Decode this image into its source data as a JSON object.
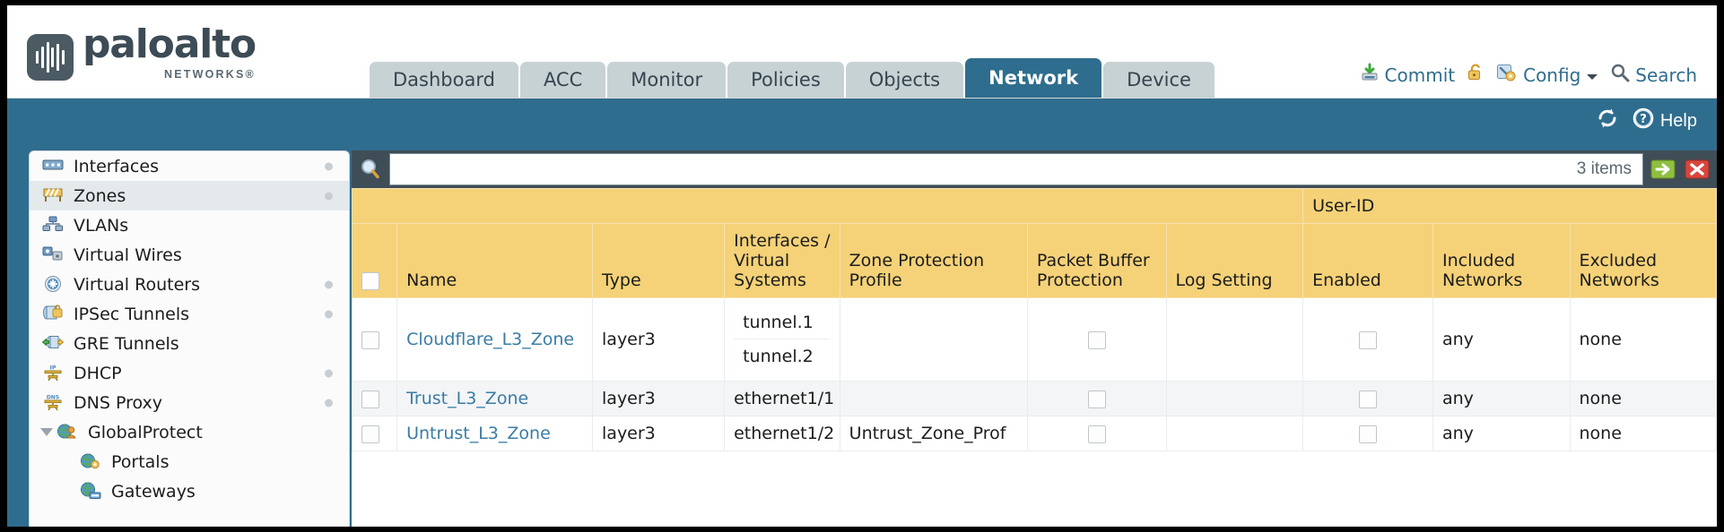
{
  "brand": {
    "name": "paloalto",
    "tagline": "NETWORKS",
    "registered": "®"
  },
  "nav": {
    "tabs": [
      {
        "label": "Dashboard",
        "active": false
      },
      {
        "label": "ACC",
        "active": false
      },
      {
        "label": "Monitor",
        "active": false
      },
      {
        "label": "Policies",
        "active": false
      },
      {
        "label": "Objects",
        "active": false
      },
      {
        "label": "Network",
        "active": true
      },
      {
        "label": "Device",
        "active": false
      }
    ]
  },
  "utils": {
    "commit": "Commit",
    "lock_icon": "unlocked-padlock-icon",
    "config": "Config",
    "search": "Search"
  },
  "subbar": {
    "refresh_icon": "refresh-icon",
    "help": "Help"
  },
  "sidebar": {
    "items": [
      {
        "label": "Interfaces",
        "icon": "interfaces-icon",
        "selected": false,
        "dot": true,
        "child": false,
        "caret": false
      },
      {
        "label": "Zones",
        "icon": "zones-icon",
        "selected": true,
        "dot": true,
        "child": false,
        "caret": false
      },
      {
        "label": "VLANs",
        "icon": "vlans-icon",
        "selected": false,
        "dot": false,
        "child": false,
        "caret": false
      },
      {
        "label": "Virtual Wires",
        "icon": "virtual-wires-icon",
        "selected": false,
        "dot": false,
        "child": false,
        "caret": false
      },
      {
        "label": "Virtual Routers",
        "icon": "virtual-routers-icon",
        "selected": false,
        "dot": true,
        "child": false,
        "caret": false
      },
      {
        "label": "IPSec Tunnels",
        "icon": "ipsec-tunnels-icon",
        "selected": false,
        "dot": true,
        "child": false,
        "caret": false
      },
      {
        "label": "GRE Tunnels",
        "icon": "gre-tunnels-icon",
        "selected": false,
        "dot": false,
        "child": false,
        "caret": false
      },
      {
        "label": "DHCP",
        "icon": "dhcp-icon",
        "selected": false,
        "dot": true,
        "child": false,
        "caret": false
      },
      {
        "label": "DNS Proxy",
        "icon": "dns-proxy-icon",
        "selected": false,
        "dot": true,
        "child": false,
        "caret": false
      },
      {
        "label": "GlobalProtect",
        "icon": "globalprotect-icon",
        "selected": false,
        "dot": false,
        "child": false,
        "caret": true
      },
      {
        "label": "Portals",
        "icon": "portals-icon",
        "selected": false,
        "dot": false,
        "child": true,
        "caret": false
      },
      {
        "label": "Gateways",
        "icon": "gateways-icon",
        "selected": false,
        "dot": false,
        "child": true,
        "caret": false
      }
    ]
  },
  "toolbar": {
    "search_placeholder": "",
    "search_value": "",
    "items_count": "3 items",
    "apply_icon": "green-arrow-icon",
    "clear_icon": "red-x-icon"
  },
  "table": {
    "group_header": {
      "label": "User-ID",
      "span": 3
    },
    "columns": [
      "Name",
      "Type",
      "Interfaces / Virtual Systems",
      "Zone Protection Profile",
      "Packet Buffer Protection",
      "Log Setting",
      "Enabled",
      "Included Networks",
      "Excluded Networks"
    ],
    "rows": [
      {
        "selected": false,
        "name": "Cloudflare_L3_Zone",
        "type": "layer3",
        "interfaces": [
          "tunnel.1",
          "tunnel.2"
        ],
        "zone_protection_profile": "",
        "packet_buffer_protection": false,
        "log_setting": "",
        "userid_enabled": false,
        "included_networks": "any",
        "excluded_networks": "none"
      },
      {
        "selected": false,
        "name": "Trust_L3_Zone",
        "type": "layer3",
        "interfaces": [
          "ethernet1/1"
        ],
        "zone_protection_profile": "",
        "packet_buffer_protection": false,
        "log_setting": "",
        "userid_enabled": false,
        "included_networks": "any",
        "excluded_networks": "none"
      },
      {
        "selected": false,
        "name": "Untrust_L3_Zone",
        "type": "layer3",
        "interfaces": [
          "ethernet1/2"
        ],
        "zone_protection_profile": "Untrust_Zone_Prof",
        "packet_buffer_protection": false,
        "log_setting": "",
        "userid_enabled": false,
        "included_networks": "any",
        "excluded_networks": "none"
      }
    ]
  },
  "colors": {
    "brand_blue": "#2f6d8e",
    "header_gold": "#f5d278",
    "group_gold": "#ddb042",
    "link_blue": "#3a7ca5",
    "dark_slate": "#3f4d57"
  }
}
